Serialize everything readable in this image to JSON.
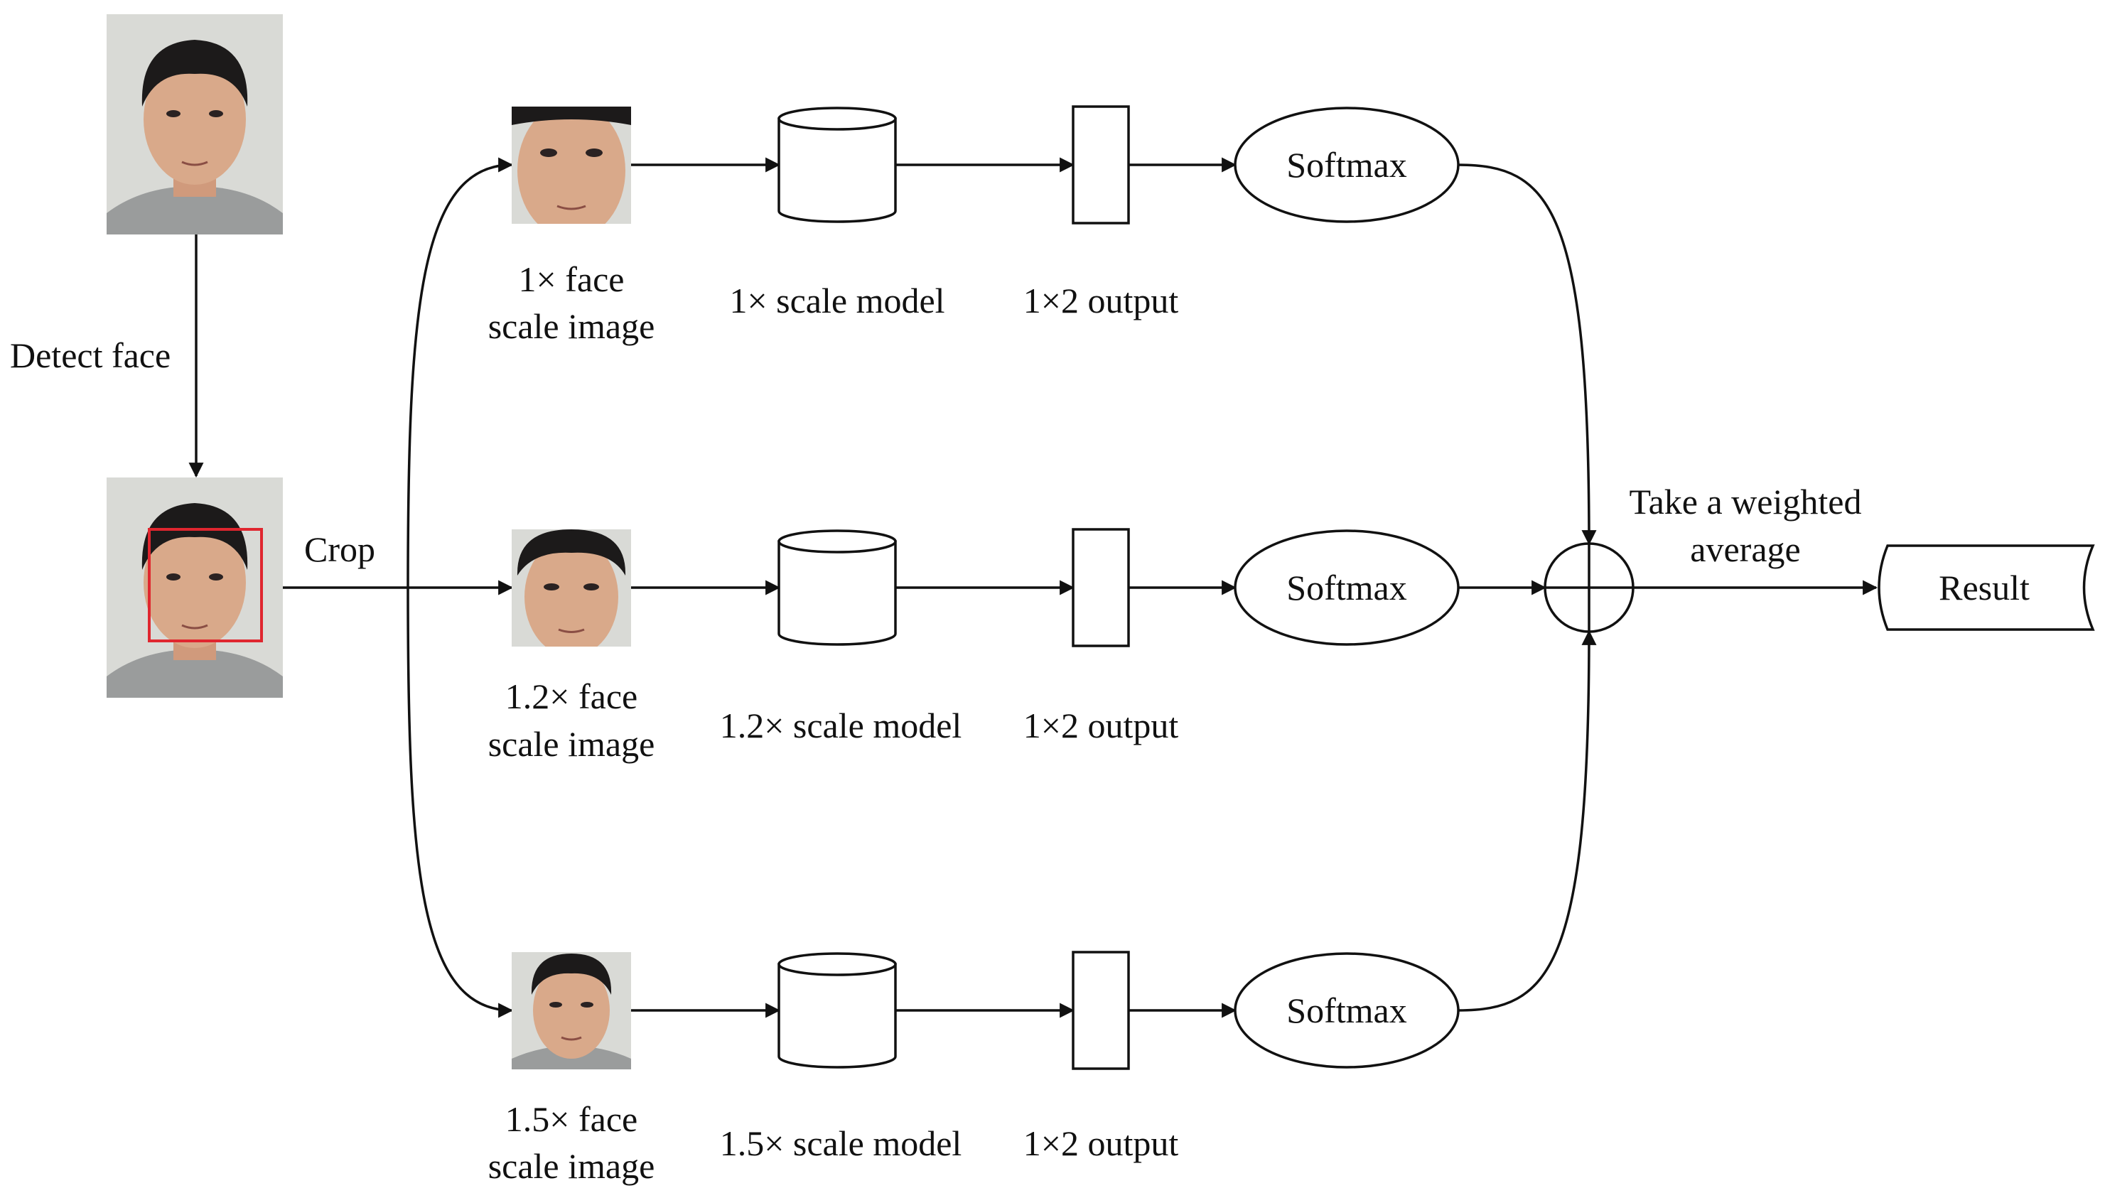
{
  "labels": {
    "detect_face": "Detect face",
    "crop": "Crop",
    "weighted_line1": "Take a weighted",
    "weighted_line2": "average",
    "result": "Result"
  },
  "branches": [
    {
      "image_line1": "1× face",
      "image_line2": "scale image",
      "model": "1× scale model",
      "output": "1×2 output",
      "softmax": "Softmax"
    },
    {
      "image_line1": "1.2× face",
      "image_line2": "scale image",
      "model": "1.2× scale model",
      "output": "1×2 output",
      "softmax": "Softmax"
    },
    {
      "image_line1": "1.5× face",
      "image_line2": "scale image",
      "model": "1.5× scale model",
      "output": "1×2 output",
      "softmax": "Softmax"
    }
  ],
  "colors": {
    "detection_box": "#e0262f",
    "photo_background": "#d9dad6",
    "hair": "#1c1a1a",
    "skin": "#d9a98a",
    "shirt": "#9a9c9c"
  }
}
